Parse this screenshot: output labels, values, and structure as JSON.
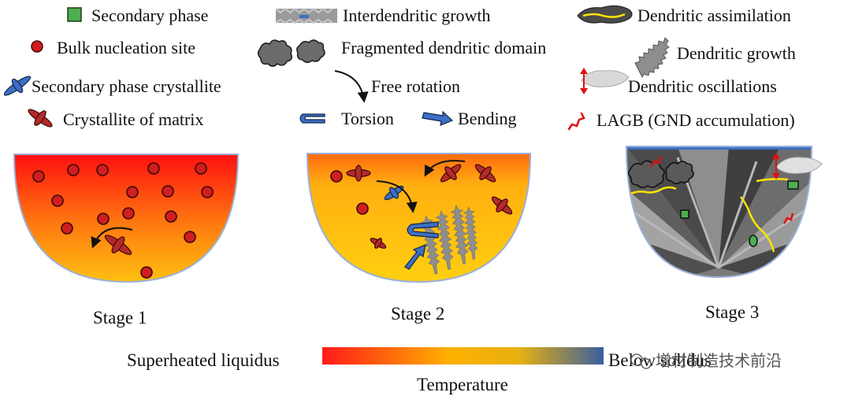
{
  "legend": {
    "secondary_phase": "Secondary phase",
    "bulk_nucleation_site": "Bulk nucleation site",
    "secondary_phase_crystallite": "Secondary phase crystallite",
    "crystallite_of_matrix": "Crystallite of matrix",
    "interdendritic_growth": "Interdendritic growth",
    "fragmented_dendritic_domain": "Fragmented dendritic domain",
    "free_rotation": "Free rotation",
    "torsion": "Torsion",
    "bending": "Bending",
    "dendritic_assimilation": "Dendritic assimilation",
    "dendritic_growth": "Dendritic growth",
    "dendritic_oscillations": "Dendritic oscillations",
    "lagb": "LAGB (GND accumulation)"
  },
  "stages": {
    "stage1": "Stage 1",
    "stage2": "Stage 2",
    "stage3": "Stage 3"
  },
  "temperature_bar": {
    "left_label": "Superheated liquidus",
    "right_label": "Below solidus",
    "axis_title": "Temperature",
    "gradient_colors": [
      "#ff1a1a",
      "#ffb000",
      "#f2b000",
      "#3a5fa0"
    ]
  },
  "watermark": "增材制造技术前沿",
  "colors": {
    "nucleation_site": "#d01e1e",
    "secondary_phase": "#4caf50",
    "crystallite_blue": "#3d6fc4",
    "crystallite_red": "#b52a2a",
    "dendrite_gray": "#8a8a8a",
    "dendrite_dark": "#4a4a4a",
    "assimilation_line": "#ffe400",
    "lagb_red": "#e01010"
  }
}
